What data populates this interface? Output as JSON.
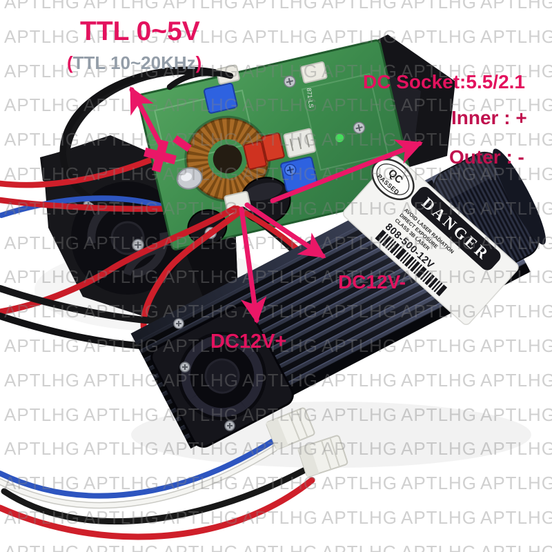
{
  "watermark": {
    "text": "APTLHG"
  },
  "annotations": {
    "ttl_title": "TTL 0~5V",
    "ttl_sub": {
      "open": "(",
      "text": "TTL 10~20KHz",
      "close": ")"
    },
    "dc_socket": "DC Socket:5.5/2.1",
    "inner": "Inner : +",
    "outer": "Outer : -",
    "dc12v_minus": "DC12V-",
    "dc12v_plus": "DC12V+",
    "plus_marker": "+",
    "minus_marker": "-"
  },
  "module_label": {
    "danger": "DANGER",
    "warning_lines": [
      "AVOID LASER RADIATION",
      "DIRECT EXPOSURE",
      "CLASS 3B LASER"
    ],
    "model": "808-500-12V",
    "qc_top": "QC",
    "qc_bottom": "PASSED"
  },
  "pcb": {
    "silkscreen": "871-LS"
  },
  "colors": {
    "annotation": "#e3125e",
    "annotation_dark": "#c0114e",
    "sub_gray": "#939da8",
    "arrow": "#ea1767"
  }
}
